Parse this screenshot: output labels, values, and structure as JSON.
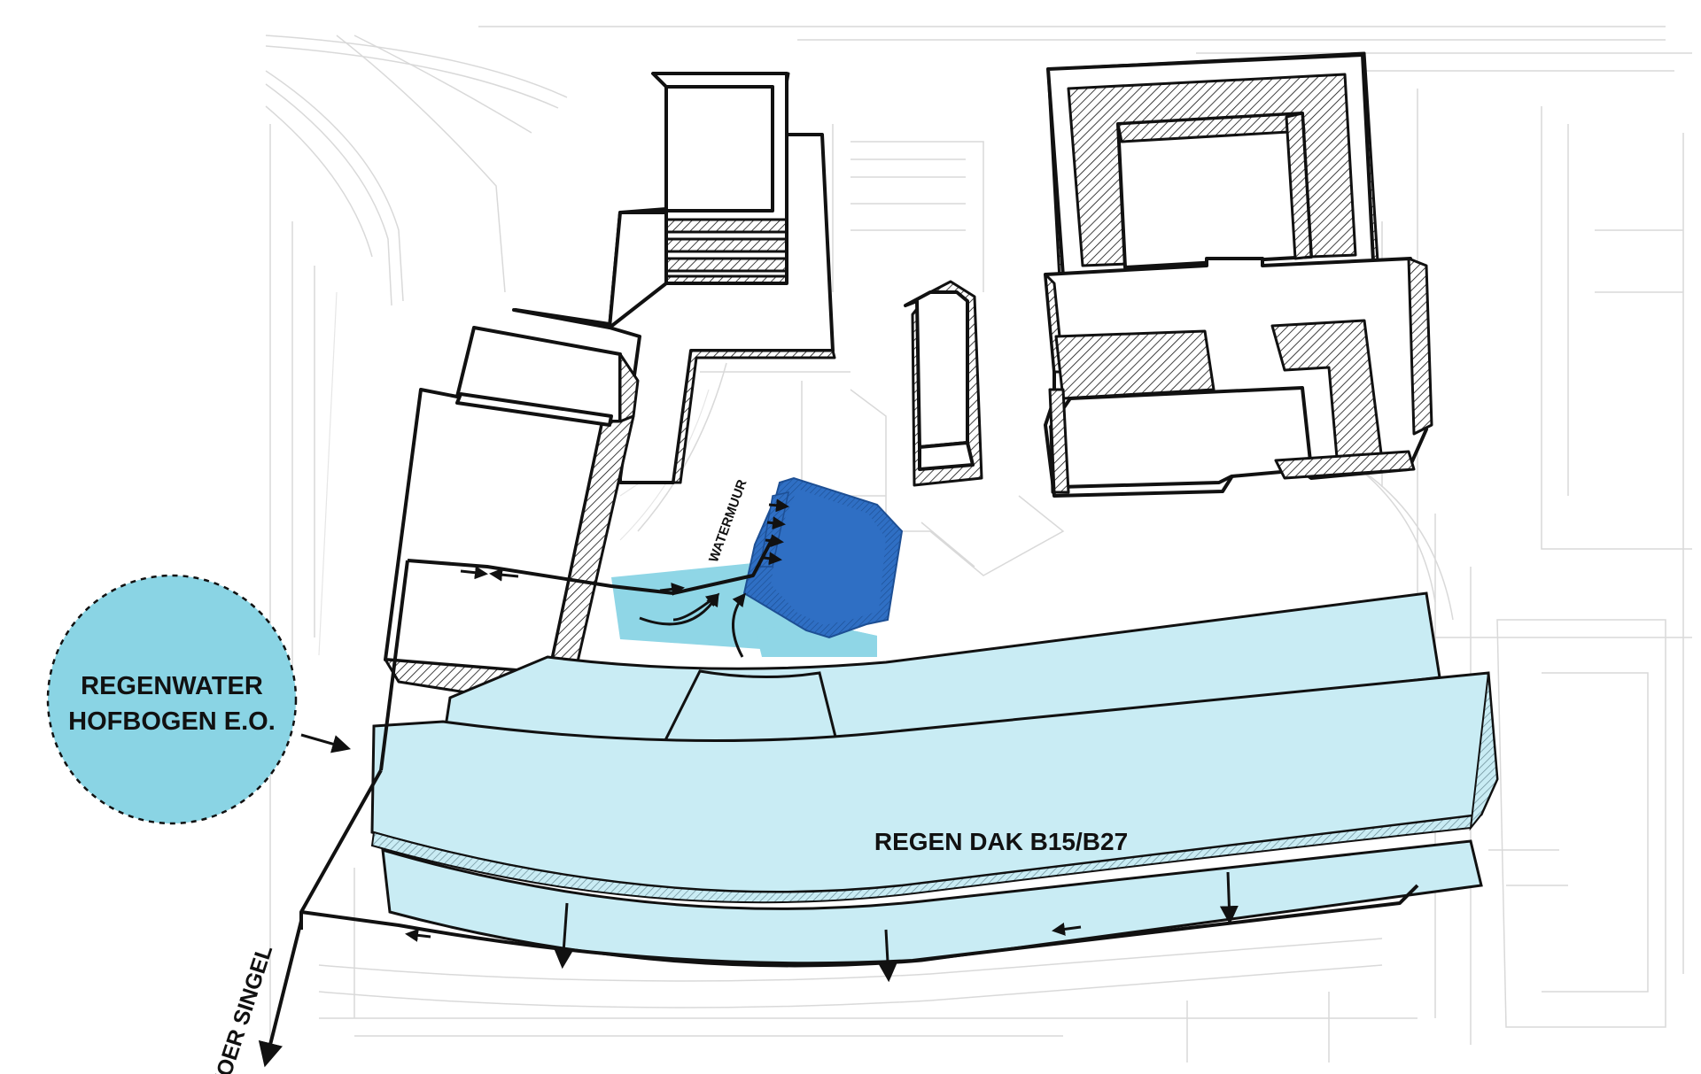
{
  "labels": {
    "regenwater_line1": "REGENWATER",
    "regenwater_line2": "HOFBOGEN E.O.",
    "regen_dak": "REGEN DAK B15/B27",
    "afvoer_singel": "AFVOER SINGEL",
    "watermuur": "WATERMUUR"
  },
  "colors": {
    "roof_light_blue": "#c9ecf4",
    "pond_blue": "#8fd6e6",
    "circle_blue": "#8ad4e4",
    "water_wall_blue": "#2f6fc4",
    "line_black": "#111111",
    "context_grey": "#d9d9d9"
  },
  "icons": {
    "flow_arrow": "arrow-icon",
    "circle_border": "dashed-circle"
  }
}
